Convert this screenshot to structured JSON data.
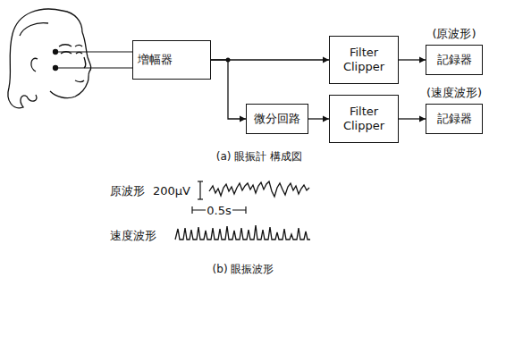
{
  "diagram": {
    "nodes": [
      {
        "text": [
          "増幅器"
        ]
      },
      {
        "text": [
          "Filter Clipper"
        ]
      },
      {
        "text": [
          "記録器"
        ]
      },
      {
        "text": [
          "微分回路"
        ]
      },
      {
        "text": [
          "Filter Clipper"
        ]
      },
      {
        "text": [
          "記録器"
        ]
      }
    ],
    "edges": [
      {
        "from": 0,
        "to": 1,
        "arrow": "to"
      },
      {
        "from": 1,
        "to": 2,
        "arrow": "to"
      },
      {
        "from": 0,
        "to": 3,
        "arrow": "to"
      },
      {
        "from": 3,
        "to": 4,
        "arrow": "to"
      },
      {
        "from": 4,
        "to": 5,
        "arrow": "to"
      }
    ],
    "labels": [
      "(原波形)",
      "(速度波形)",
      "(a) 眼振計 構成図",
      "原波形",
      "200μV",
      "0.5s",
      "速度波形",
      "(b) 眼振波形"
    ]
  }
}
